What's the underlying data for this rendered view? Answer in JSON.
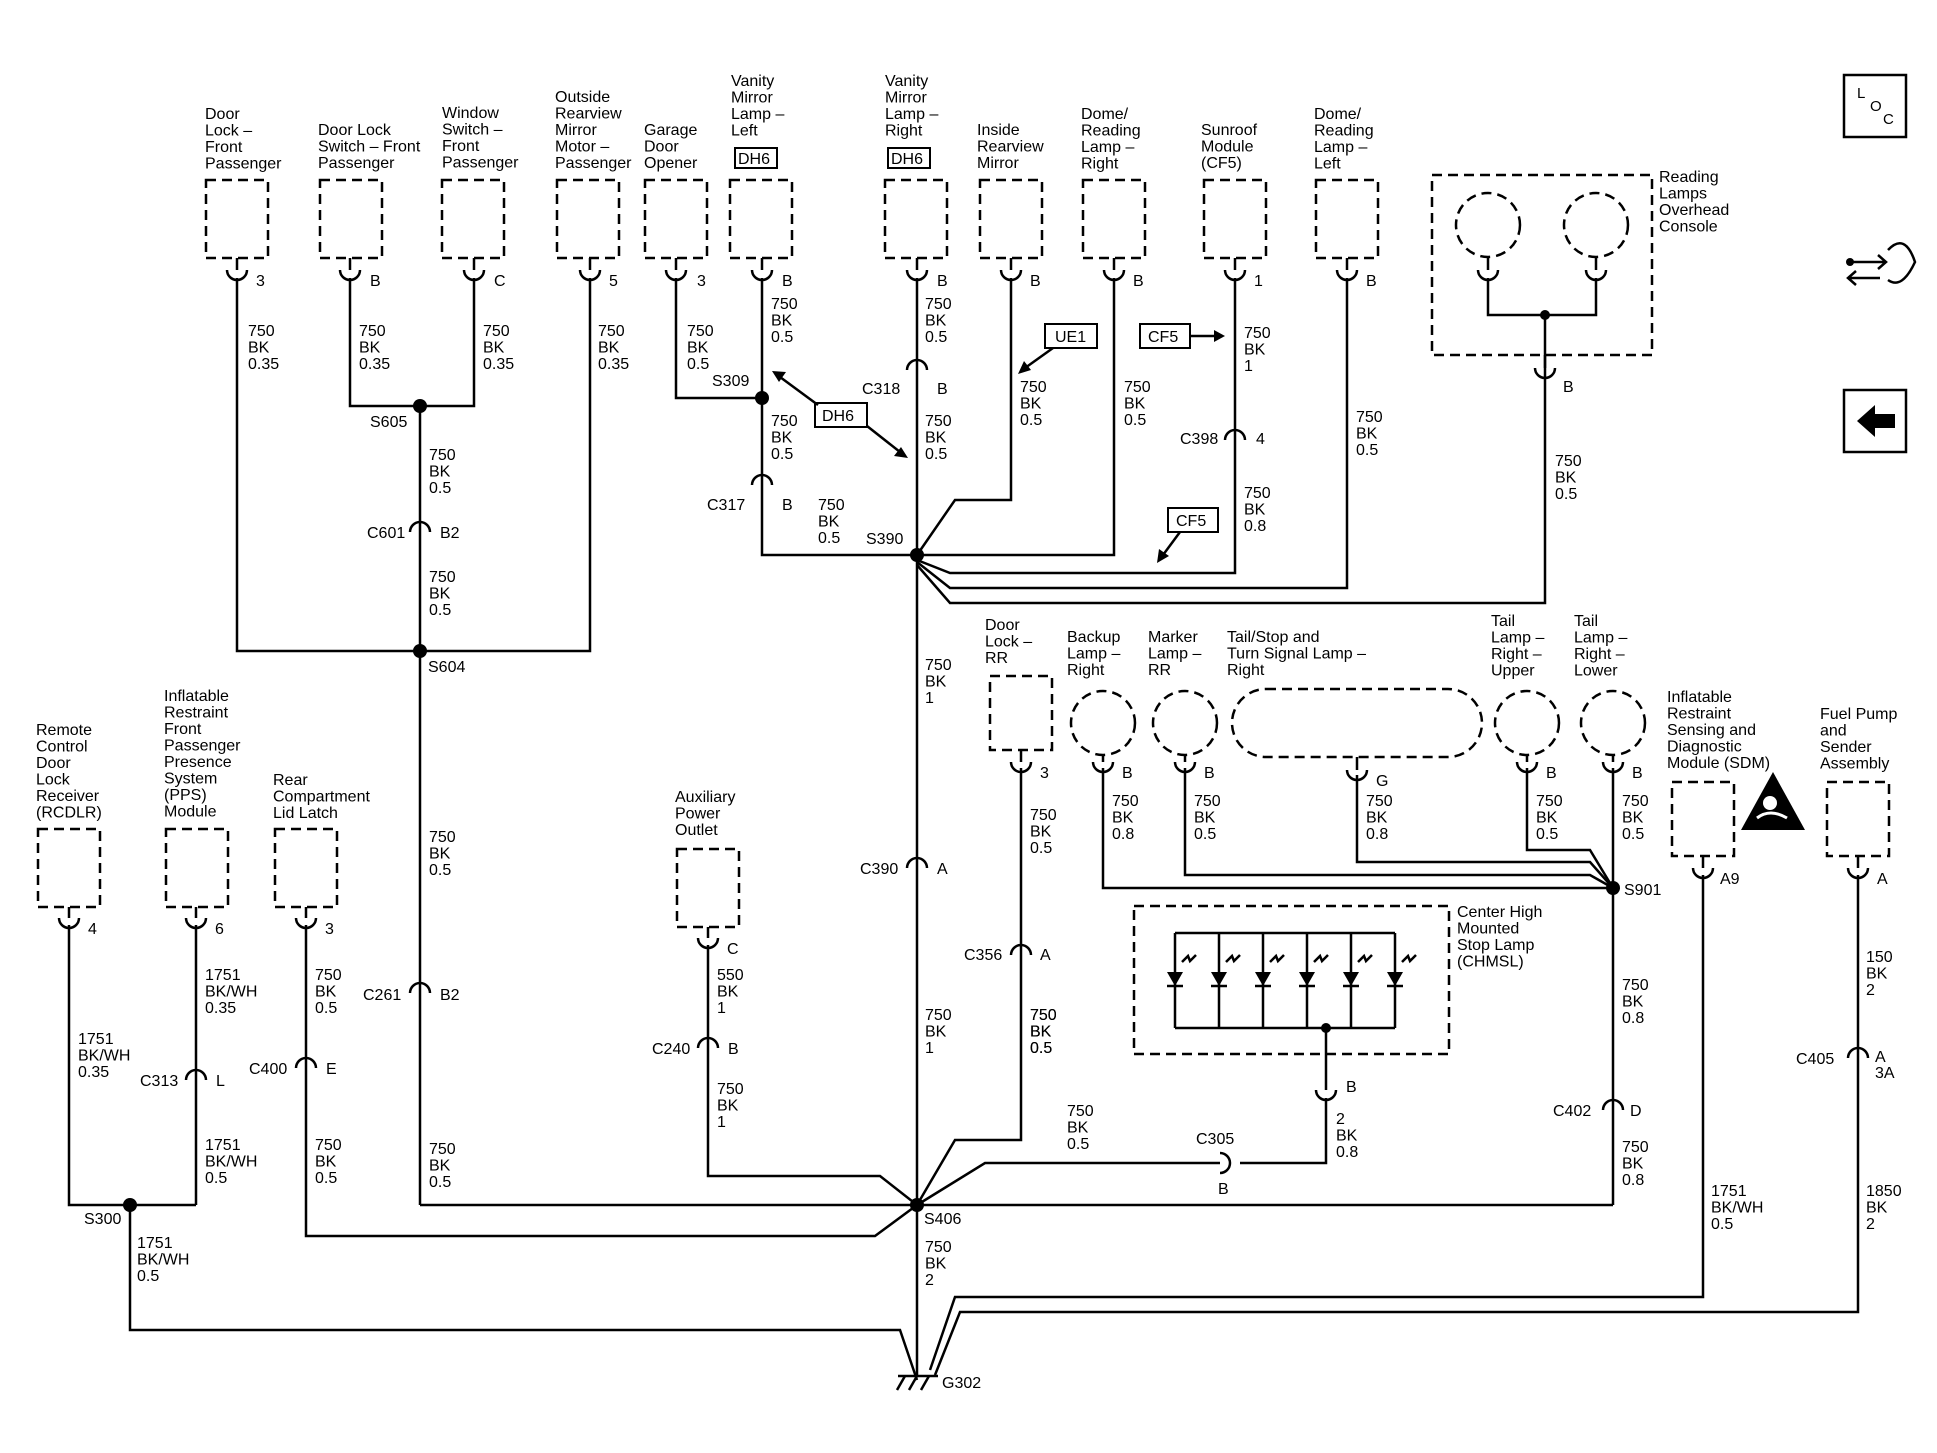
{
  "components": {
    "door_lock_fp": [
      "Door",
      "Lock –",
      "Front",
      "Passenger"
    ],
    "door_lock_switch_fp": [
      "Door Lock",
      "Switch – Front",
      "Passenger"
    ],
    "window_switch_fp": [
      "Window",
      "Switch –",
      "Front",
      "Passenger"
    ],
    "mirror_motor_p": [
      "Outside",
      "Rearview",
      "Mirror",
      "Motor –",
      "Passenger"
    ],
    "garage_door": [
      "Garage",
      "Door",
      "Opener"
    ],
    "vanity_left": [
      "Vanity",
      "Mirror",
      "Lamp –",
      "Left"
    ],
    "vanity_right": [
      "Vanity",
      "Mirror",
      "Lamp –",
      "Right"
    ],
    "inside_mirror": [
      "Inside",
      "Rearview",
      "Mirror"
    ],
    "dome_right": [
      "Dome/",
      "Reading",
      "Lamp –",
      "Right"
    ],
    "sunroof": [
      "Sunroof",
      "Module",
      "(CF5)"
    ],
    "dome_left": [
      "Dome/",
      "Reading",
      "Lamp –",
      "Left"
    ],
    "reading_lamps": [
      "Reading",
      "Lamps",
      "Overhead",
      "Console"
    ],
    "rcdlr": [
      "Remote",
      "Control",
      "Door",
      "Lock",
      "Receiver",
      "(RCDLR)"
    ],
    "pps": [
      "Inflatable",
      "Restraint",
      "Front",
      "Passenger",
      "Presence",
      "System",
      "(PPS)",
      "Module"
    ],
    "rear_latch": [
      "Rear",
      "Compartment",
      "Lid Latch"
    ],
    "aux_outlet": [
      "Auxiliary",
      "Power",
      "Outlet"
    ],
    "door_lock_rr": [
      "Door",
      "Lock –",
      "RR"
    ],
    "backup_lamp": [
      "Backup",
      "Lamp –",
      "Right"
    ],
    "marker_lamp": [
      "Marker",
      "Lamp –",
      "RR"
    ],
    "tail_stop": [
      "Tail/Stop and",
      "Turn Signal Lamp –",
      "Right"
    ],
    "tail_upper": [
      "Tail",
      "Lamp –",
      "Right –",
      "Upper"
    ],
    "tail_lower": [
      "Tail",
      "Lamp –",
      "Right –",
      "Lower"
    ],
    "chmsl": [
      "Center High",
      "Mounted",
      "Stop Lamp",
      "(CHMSL)"
    ],
    "sdm": [
      "Inflatable",
      "Restraint",
      "Sensing and",
      "Diagnostic",
      "Module (SDM)"
    ],
    "fuel_pump": [
      "Fuel Pump",
      "and",
      "Sender",
      "Assembly"
    ]
  },
  "wire_labels": {
    "w1": [
      "750",
      "BK",
      "0.35"
    ],
    "w2": [
      "750",
      "BK",
      "0.35"
    ],
    "w3": [
      "750",
      "BK",
      "0.35"
    ],
    "w4": [
      "750",
      "BK",
      "0.35"
    ],
    "w5": [
      "750",
      "BK",
      "0.5"
    ],
    "w6": [
      "750",
      "BK",
      "0.5"
    ],
    "w7": [
      "750",
      "BK",
      "0.5"
    ],
    "w8": [
      "750",
      "BK",
      "0.5"
    ],
    "w9": [
      "750",
      "BK",
      "0.5"
    ],
    "w10": [
      "750",
      "BK",
      "0.5"
    ],
    "w11": [
      "750",
      "BK",
      "0.5"
    ],
    "w12": [
      "750",
      "BK",
      "0.5"
    ],
    "w13": [
      "750",
      "BK",
      "0.5"
    ],
    "w14": [
      "750",
      "BK",
      "0.5"
    ],
    "w15": [
      "750",
      "BK",
      "1"
    ],
    "w16": [
      "750",
      "BK",
      "0.8"
    ],
    "w17": [
      "750",
      "BK",
      "0.5"
    ],
    "w18": [
      "750",
      "BK",
      "0.5"
    ],
    "w19": [
      "750",
      "BK",
      "1"
    ],
    "w20": [
      "750",
      "BK",
      "0.5"
    ],
    "w21": [
      "750",
      "BK",
      "0.5"
    ],
    "w22": [
      "1751",
      "BK/WH",
      "0.35"
    ],
    "w23": [
      "1751",
      "BK/WH",
      "0.35"
    ],
    "w24": [
      "1751",
      "BK/WH",
      "0.5"
    ],
    "w25": [
      "750",
      "BK",
      "0.5"
    ],
    "w26": [
      "750",
      "BK",
      "0.5"
    ],
    "w27": [
      "750",
      "BK",
      "0.5"
    ],
    "w28": [
      "550",
      "BK",
      "1"
    ],
    "w29": [
      "750",
      "BK",
      "1"
    ],
    "w30": [
      "750",
      "BK",
      "1"
    ],
    "w31": [
      "750",
      "BK",
      "0.5"
    ],
    "w32": [
      "750",
      "BK",
      "0.5"
    ],
    "w33": [
      "750",
      "BK",
      "0.8"
    ],
    "w34": [
      "750",
      "BK",
      "0.5"
    ],
    "w35": [
      "750",
      "BK",
      "0.8"
    ],
    "w36": [
      "750",
      "BK",
      "0.5"
    ],
    "w37": [
      "750",
      "BK",
      "0.5"
    ],
    "w38": [
      "750",
      "BK",
      "0.8"
    ],
    "w39": [
      "750",
      "BK",
      "0.8"
    ],
    "w40": [
      "750",
      "BK",
      "0.5"
    ],
    "w41": [
      "2",
      "BK",
      "0.8"
    ],
    "w42": [
      "750",
      "BK",
      "2"
    ],
    "w43": [
      "1751",
      "BK/WH",
      "0.5"
    ],
    "w44": [
      "1751",
      "BK/WH",
      "0.5"
    ],
    "w45": [
      "150",
      "BK",
      "2"
    ],
    "w46": [
      "1850",
      "BK",
      "2"
    ]
  },
  "pins": {
    "p1": "3",
    "p2": "B",
    "p3": "C",
    "p4": "5",
    "p5": "3",
    "p6": "B",
    "p7": "B",
    "p8": "B",
    "p9": "B",
    "p10": "1",
    "p11": "B",
    "p12": "B",
    "p13": "4",
    "p14": "6",
    "p15": "3",
    "p16": "C",
    "p17": "3",
    "p18": "B",
    "p19": "B",
    "p20": "G",
    "p21": "B",
    "p22": "B",
    "p23": "A9",
    "p24": "A"
  },
  "connectors": {
    "c601": "C601",
    "c601p": "B2",
    "c318": "C318",
    "c318p": "B",
    "c317": "C317",
    "c317p": "B",
    "c398": "C398",
    "c398p": "4",
    "c390": "C390",
    "c390p": "A",
    "c261": "C261",
    "c261p": "B2",
    "c313": "C313",
    "c313p": "L",
    "c400": "C400",
    "c400p": "E",
    "c240": "C240",
    "c240p": "B",
    "c356": "C356",
    "c356p": "A",
    "c305": "C305",
    "c305p": "B",
    "chmslp": "B",
    "c402": "C402",
    "c402p": "D",
    "c405": "C405",
    "c405p": "A",
    "c405p2": "3A"
  },
  "splices": {
    "s605": "S605",
    "s604": "S604",
    "s309": "S309",
    "s390": "S390",
    "s406": "S406",
    "s300": "S300",
    "s901": "S901",
    "g302": "G302"
  },
  "tags": {
    "dh6a": "DH6",
    "dh6b": "DH6",
    "dh6c": "DH6",
    "ue1": "UE1",
    "cf5a": "CF5",
    "cf5b": "CF5"
  },
  "nav": {
    "loc_l": "L",
    "loc_o": "O",
    "loc_c": "C"
  },
  "icons": [
    "loc-icon",
    "harness-connector-icon",
    "back-arrow-icon",
    "airbag-warning-icon",
    "ground-icon"
  ]
}
